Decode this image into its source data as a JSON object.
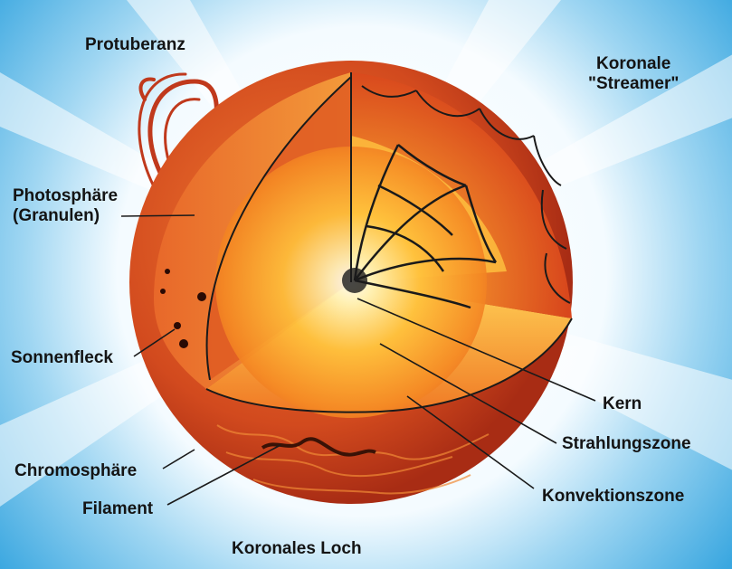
{
  "diagram": {
    "labels": {
      "protuberanz": "Protuberanz",
      "koronale_streamer_line1": "Koronale",
      "koronale_streamer_line2": "\"Streamer\"",
      "photosphaere_line1": "Photosphäre",
      "photosphaere_line2": "(Granulen)",
      "sonnenfleck": "Sonnenfleck",
      "chromosphaere": "Chromosphäre",
      "filament": "Filament",
      "koronales_loch": "Koronales Loch",
      "kern": "Kern",
      "strahlungszone": "Strahlungszone",
      "konvektionszone": "Konvektionszone"
    },
    "colors": {
      "sky": "#4fb3e6",
      "corona": "#ffffff",
      "surface": "#c8401c",
      "surface_light": "#e8682a",
      "convection": "#e6501f",
      "radiative": "#f5a032",
      "core": "#fffbe8",
      "leader_line": "#1a1a1a"
    }
  }
}
